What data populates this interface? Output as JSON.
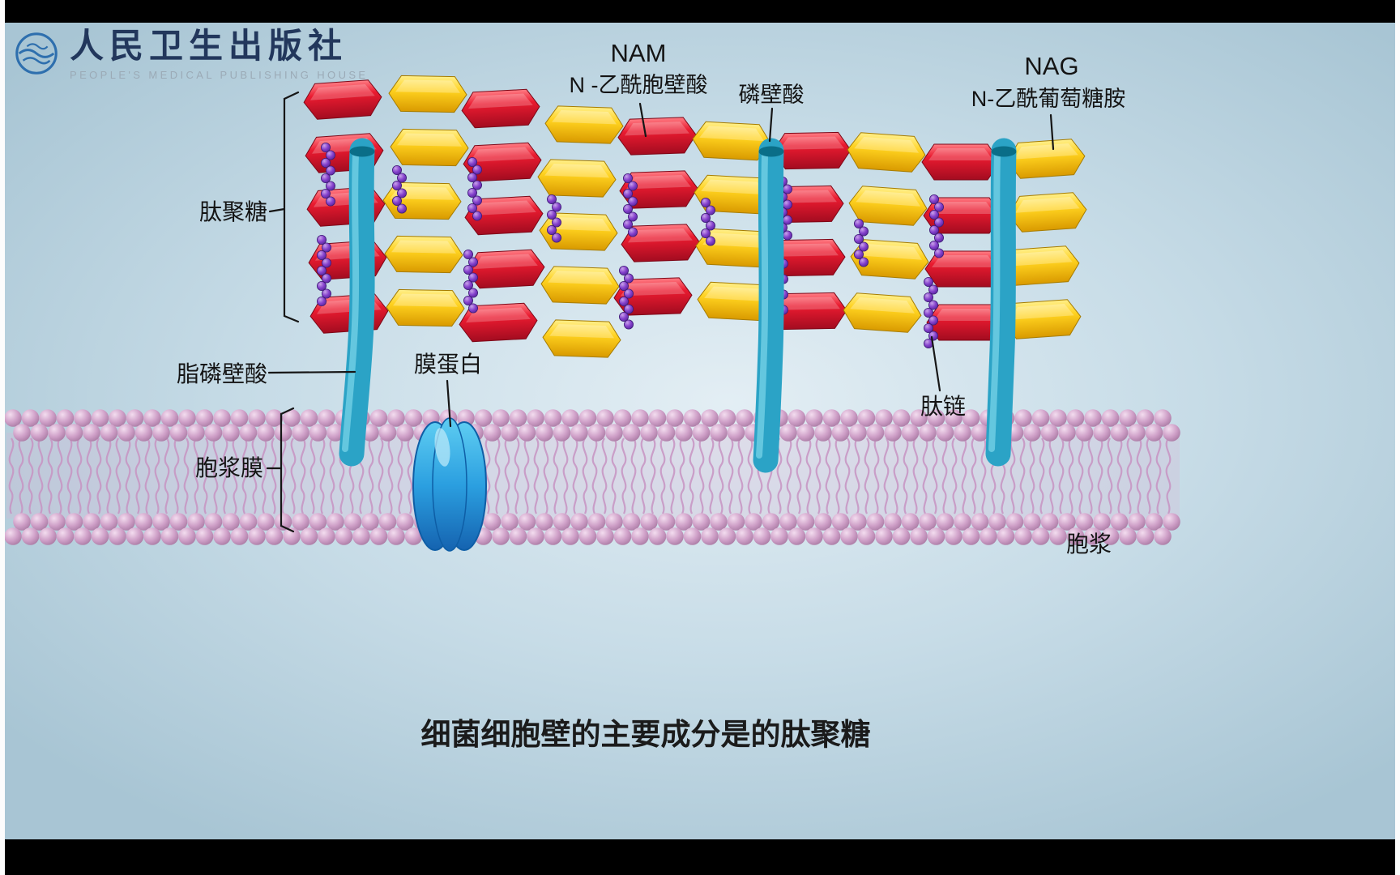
{
  "window": {
    "caption": "细菌细胞壁的主要成分是的肽聚糖"
  },
  "logo": {
    "zh": "人民卫生出版社",
    "en": "PEOPLE'S MEDICAL PUBLISHING HOUSE"
  },
  "labels": {
    "nam_abbr": "NAM",
    "nam_full": "N -乙酰胞壁酸",
    "teichoic_acid": "磷壁酸",
    "nag_abbr": "NAG",
    "nag_full": "N-乙酰葡萄糖胺",
    "peptidoglycan": "肽聚糖",
    "lipoteichoic_acid": "脂磷壁酸",
    "membrane_protein": "膜蛋白",
    "cytoplasmic_membrane": "胞浆膜",
    "peptide_chain": "肽链",
    "cytoplasm": "胞浆"
  },
  "colors": {
    "nam_block": "#e31a2e",
    "nag_block": "#ffcf1b",
    "teichoic_rod": "#2ba3c6",
    "peptide_chain": "#8440cc",
    "membrane": "#cfa0c8",
    "membrane_protein": "#2b9fe0",
    "background": "#bfd8e4"
  }
}
